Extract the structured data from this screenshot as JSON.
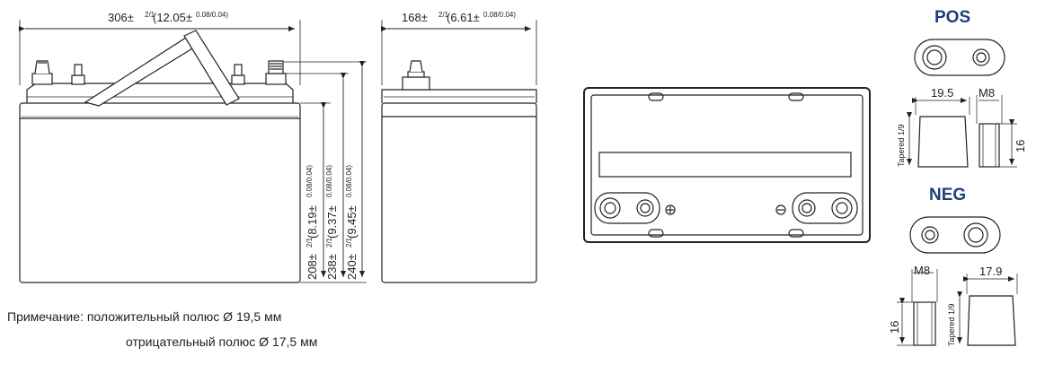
{
  "front_view": {
    "width_dim": "306±",
    "width_tol": "2/1",
    "width_inch": "(12.05±",
    "inch_tol": "0.08/0.04)",
    "height_dims": [
      {
        "mm": "208±",
        "tol": "2/1",
        "inch": "(8.19±",
        "inch_tol": "0.08/0.04)"
      },
      {
        "mm": "238±",
        "tol": "2/1",
        "inch": "(9.37±",
        "inch_tol": "0.08/0.04)"
      },
      {
        "mm": "240±",
        "tol": "2/1",
        "inch": "(9.45±",
        "inch_tol": "0.08/0.04)"
      }
    ]
  },
  "side_view": {
    "width_dim": "168±",
    "width_tol": "2/1",
    "width_inch": "(6.61±",
    "inch_tol": "0.08/0.04)"
  },
  "terminals": {
    "pos": {
      "header": "POS",
      "width": "19.5",
      "thread": "M8",
      "taper": "Tapered 1/9",
      "height": "16"
    },
    "neg": {
      "header": "NEG",
      "width": "17.9",
      "thread": "M8",
      "taper": "Tapered 1/9",
      "height": "16"
    }
  },
  "notes": {
    "line1": "Примечание: положительный полюс Ø 19,5 мм",
    "line2": "отрицательный полюс Ø 17,5 мм"
  }
}
